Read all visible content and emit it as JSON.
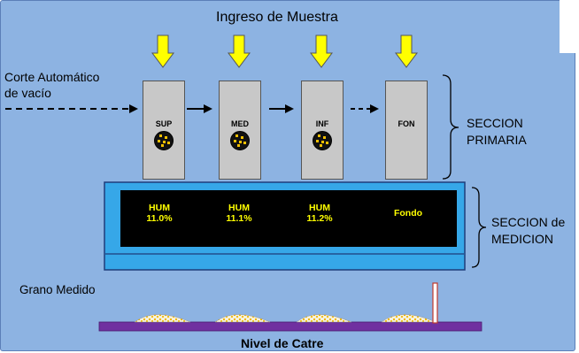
{
  "title": "Ingreso de Muestra",
  "input_label_line1": "Corte Automático",
  "input_label_line2": "de vacío",
  "columns": [
    {
      "label": "SUP",
      "has_sample": true
    },
    {
      "label": "MED",
      "has_sample": true
    },
    {
      "label": "INF",
      "has_sample": true
    },
    {
      "label": "FON",
      "has_sample": false
    }
  ],
  "primary_section": {
    "line1": "SECCION",
    "line2": "PRIMARIA"
  },
  "measurement_section": {
    "line1": "SECCION de",
    "line2": "MEDICION"
  },
  "readings": [
    {
      "line1": "HUM",
      "line2": "11.0%"
    },
    {
      "line1": "HUM",
      "line2": "11.1%"
    },
    {
      "line1": "HUM",
      "line2": "11.2%"
    },
    {
      "line1": "Fondo",
      "line2": ""
    }
  ],
  "measured_grain_label": "Grano Medido",
  "floor_label": "Nivel de Catre",
  "colors": {
    "background": "#8db3e2",
    "intake_arrow": "#ffff00",
    "column": "#c8c8c8",
    "meter": "#36a7e8",
    "screen": "#000000",
    "reading_text": "#ffff00",
    "floor": "#7030a0"
  }
}
